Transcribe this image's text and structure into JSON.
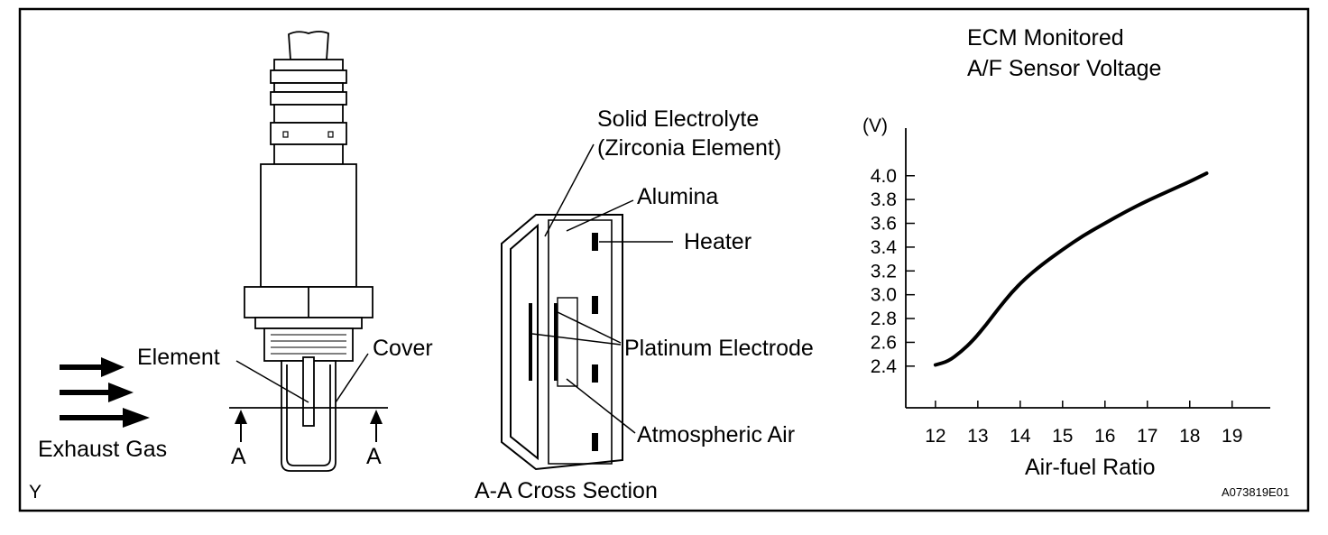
{
  "figure_id": "A073819E01",
  "corner_mark": "Y",
  "sensor_labels": {
    "element": "Element",
    "cover": "Cover",
    "exhaust_gas": "Exhaust Gas",
    "section_a_left": "A",
    "section_a_right": "A"
  },
  "cross_section": {
    "caption": "A-A Cross Section",
    "solid_electrolyte_line1": "Solid Electrolyte",
    "solid_electrolyte_line2": "(Zirconia Element)",
    "alumina": "Alumina",
    "heater": "Heater",
    "platinum_electrode": "Platinum Electrode",
    "atmospheric_air": "Atmospheric Air"
  },
  "chart_data": {
    "type": "line",
    "title": "ECM Monitored A/F Sensor Voltage",
    "title_line1": "ECM Monitored",
    "title_line2": "A/F Sensor Voltage",
    "xlabel": "Air-fuel Ratio",
    "ylabel": "(V)",
    "xlim": [
      11.3,
      19.9
    ],
    "ylim": [
      2.05,
      4.4
    ],
    "x_ticks": [
      12,
      13,
      14,
      15,
      16,
      17,
      18,
      19
    ],
    "y_ticks": [
      2.4,
      2.6,
      2.8,
      3.0,
      3.2,
      3.4,
      3.6,
      3.8,
      4.0
    ],
    "y_tick_labels": [
      "2.4",
      "2.6",
      "2.8",
      "3.0",
      "3.2",
      "3.4",
      "3.6",
      "3.8",
      "4.0"
    ],
    "grid": false,
    "series": [
      {
        "x": [
          12.0,
          12.3,
          12.6,
          12.9,
          13.2,
          13.5,
          13.8,
          14.1,
          14.5,
          15.0,
          15.5,
          16.0,
          16.5,
          17.0,
          17.5,
          18.0,
          18.4
        ],
        "values": [
          2.41,
          2.44,
          2.52,
          2.62,
          2.75,
          2.89,
          3.02,
          3.13,
          3.25,
          3.38,
          3.5,
          3.6,
          3.7,
          3.79,
          3.87,
          3.95,
          4.02
        ]
      }
    ]
  }
}
